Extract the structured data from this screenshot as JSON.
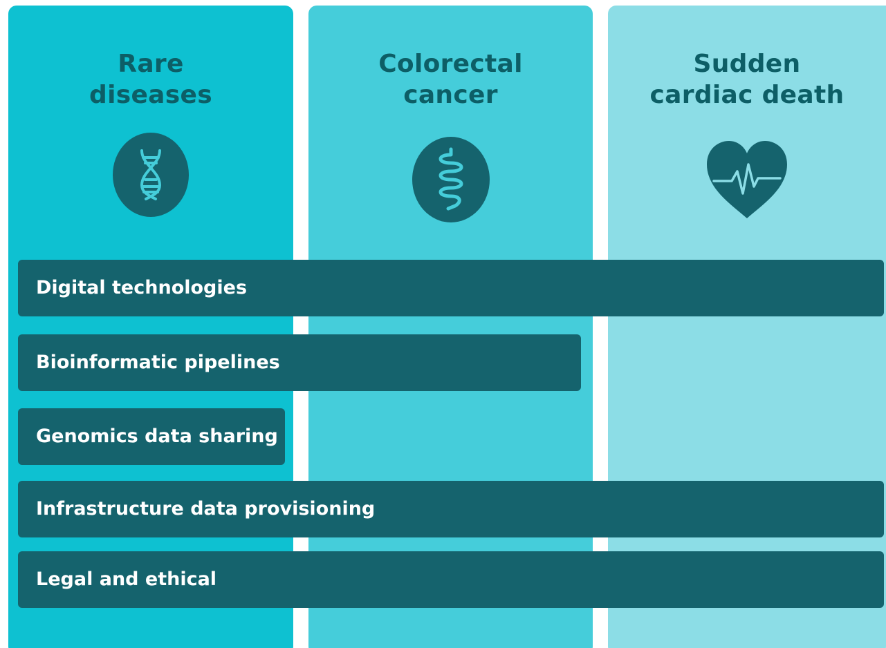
{
  "columns": [
    {
      "title_line1": "Rare",
      "title_line2": "diseases",
      "icon": "dna-icon"
    },
    {
      "title_line1": "Colorectal",
      "title_line2": "cancer",
      "icon": "intestine-icon"
    },
    {
      "title_line1": "Sudden",
      "title_line2": "cardiac death",
      "icon": "heart-pulse-icon"
    }
  ],
  "bars": [
    {
      "label": "Digital technologies",
      "spans": [
        "Rare diseases",
        "Colorectal cancer",
        "Sudden cardiac death"
      ]
    },
    {
      "label": "Bioinformatic pipelines",
      "spans": [
        "Rare diseases",
        "Colorectal cancer"
      ]
    },
    {
      "label": "Genomics data sharing",
      "spans": [
        "Rare diseases"
      ]
    },
    {
      "label": "Infrastructure data provisioning",
      "spans": [
        "Rare diseases",
        "Colorectal cancer",
        "Sudden cardiac death"
      ]
    },
    {
      "label": "Legal and ethical",
      "spans": [
        "Rare diseases",
        "Colorectal cancer",
        "Sudden cardiac death"
      ]
    }
  ],
  "colors": {
    "column_1": "#0ec1d1",
    "column_2": "#45cdda",
    "column_3": "#8cdde6",
    "bar": "#15636d",
    "icon": "#15636d",
    "title_text": "#0d5e66",
    "bar_text": "#ffffff"
  }
}
